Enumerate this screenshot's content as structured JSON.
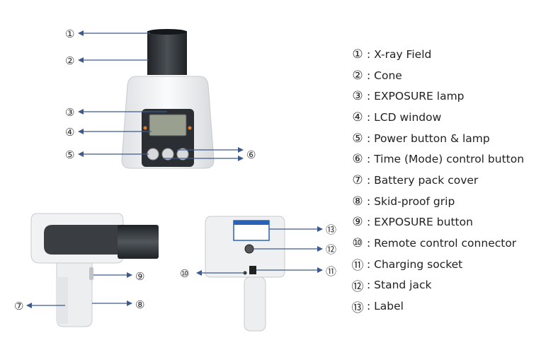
{
  "diagram": {
    "colors": {
      "arrow": "#3d5a8c",
      "device_body": "#f3f4f6",
      "panel_dark": "#2b2f33",
      "cone": "#33383c",
      "label_blue": "#2a62b8",
      "accent_orange": "#e07a2a"
    },
    "callouts": [
      "①",
      "②",
      "③",
      "④",
      "⑤",
      "⑥",
      "⑦",
      "⑧",
      "⑨",
      "⑩",
      "⑪",
      "⑫",
      "⑬"
    ],
    "legend": [
      {
        "num": "①",
        "text": ": X-ray Field"
      },
      {
        "num": "②",
        "text": ": Cone"
      },
      {
        "num": "③",
        "text": ": EXPOSURE lamp"
      },
      {
        "num": "④",
        "text": ": LCD window"
      },
      {
        "num": "⑤",
        "text": ": Power button & lamp"
      },
      {
        "num": "⑥",
        "text": ": Time (Mode) control button"
      },
      {
        "num": "⑦",
        "text": ": Battery pack cover"
      },
      {
        "num": "⑧",
        "text": ": Skid-proof grip"
      },
      {
        "num": "⑨",
        "text": ": EXPOSURE button"
      },
      {
        "num": "⑩",
        "text": ": Remote control connector"
      },
      {
        "num": "⑪",
        "text": ": Charging socket"
      },
      {
        "num": "⑫",
        "text": ": Stand jack"
      },
      {
        "num": "⑬",
        "text": ": Label"
      }
    ]
  }
}
